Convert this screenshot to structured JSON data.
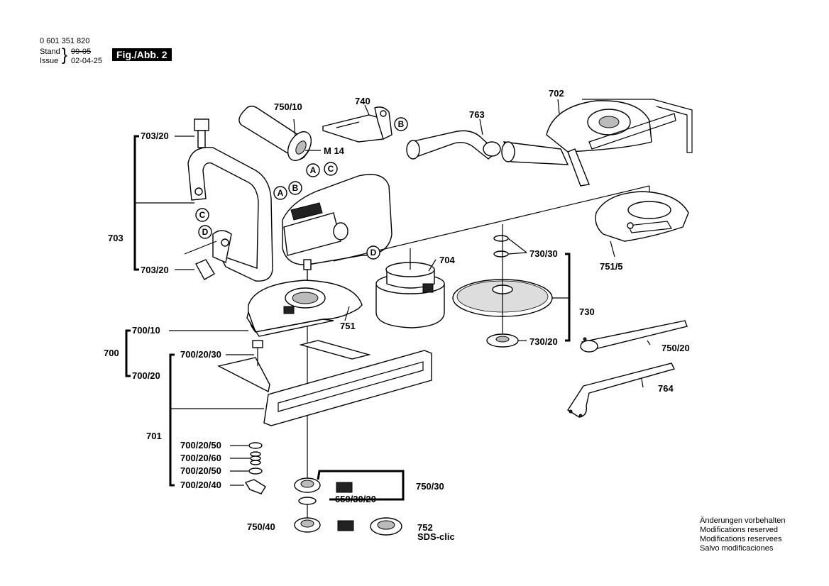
{
  "header": {
    "part_number": "0 601 351 820",
    "stand_label": "Stand",
    "stand_value": "99-05",
    "issue_label": "Issue",
    "issue_value": "02-04-25",
    "figure_label": "Fig./Abb. 2"
  },
  "notes": {
    "line1": "Änderungen vorbehalten",
    "line2": "Modifications reserved",
    "line3": "Modifications reservees",
    "line4": "Salvo modificaciones"
  },
  "labels": {
    "p750_10": "750/10",
    "m14": "M 14",
    "p740": "740",
    "p763": "763",
    "p702": "702",
    "p703_20_top": "703/20",
    "p703": "703",
    "p703_20_bot": "703/20",
    "p704": "704",
    "p730_30": "730/30",
    "p751_5": "751/5",
    "p730": "730",
    "p751": "751",
    "p730_20": "730/20",
    "p700_10": "700/10",
    "p700": "700",
    "p700_20_30": "700/20/30",
    "p700_20": "700/20",
    "p750_20": "750/20",
    "p764": "764",
    "p701": "701",
    "p700_20_50a": "700/20/50",
    "p700_20_60": "700/20/60",
    "p700_20_50b": "700/20/50",
    "p700_20_40": "700/20/40",
    "p750_30": "750/30",
    "p650_30_20": "650/30/20",
    "p750_40": "750/40",
    "p752": "752",
    "sds": "SDS-clic"
  },
  "callouts": {
    "a1": "A",
    "c1": "C",
    "a2": "A",
    "b2": "B",
    "b3": "B",
    "c4": "C",
    "d5": "D",
    "d6": "D"
  }
}
